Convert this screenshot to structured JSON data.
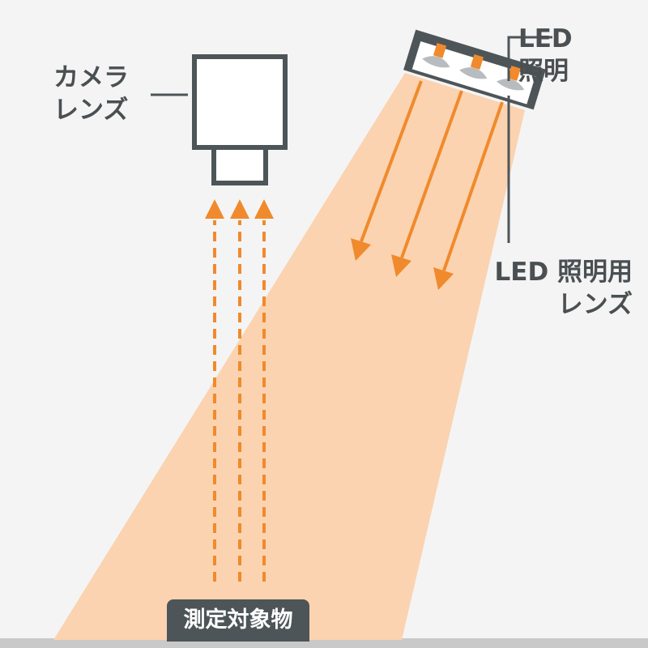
{
  "labels": {
    "camera_line1": "カメラ",
    "camera_line2": "レンズ",
    "led_line1": "LED",
    "led_line2": "照明",
    "led_lens_line1": "LED 照明用",
    "led_lens_line2": "レンズ",
    "target": "測定対象物"
  },
  "colors": {
    "background": "#f4f4f4",
    "light_beam": "#fbd3b0",
    "accent_orange": "#f08a2c",
    "dark_gray": "#4d5558",
    "floor": "#c9c9c9",
    "lens_gray": "#b8bcbf"
  },
  "icons": {
    "camera": "camera-body-icon",
    "led": "led-light-icon"
  }
}
